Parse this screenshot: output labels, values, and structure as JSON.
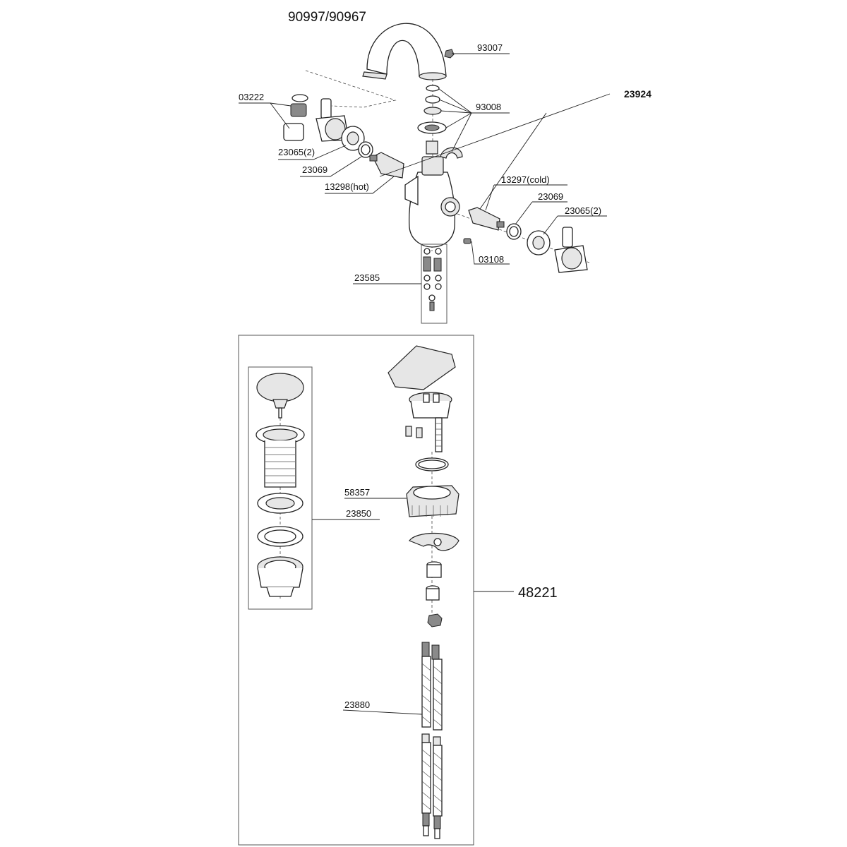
{
  "title": "90997/90967",
  "labels": {
    "p93007": "93007",
    "p93008": "93008",
    "p23924": "23924",
    "p03222": "03222",
    "p23065_l": "23065(2)",
    "p23069_l": "23069",
    "p13298": "13298(hot)",
    "p13297": "13297(cold)",
    "p23069_r": "23069",
    "p23065_r": "23065(2)",
    "p03108": "03108",
    "p23585": "23585",
    "p58357": "58357",
    "p23850": "23850",
    "p48221": "48221",
    "p23880": "23880"
  },
  "colors": {
    "line": "#222222",
    "part_fill": "#ffffff",
    "part_shade": "#e6e6e6",
    "part_dark": "#8a8a8a"
  }
}
